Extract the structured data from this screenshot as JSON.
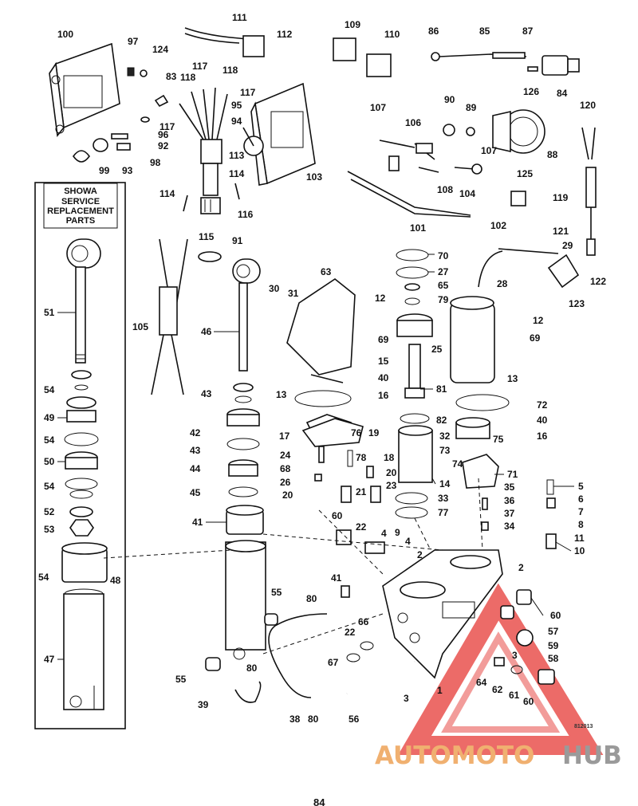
{
  "service_box": {
    "title_lines": [
      "SHOWA",
      "SERVICE",
      "REPLACEMENT",
      "PARTS"
    ]
  },
  "drawing_code": "812013",
  "page_number": "84",
  "watermark": {
    "text_a": "AUTOMOTO",
    "text_b": "HUB",
    "colors": {
      "a": "#f0b070",
      "b": "#9a9a9a",
      "triangle": "#e53935"
    }
  },
  "callouts": [
    "1",
    "2",
    "3",
    "4",
    "5",
    "6",
    "7",
    "8",
    "9",
    "10",
    "11",
    "12",
    "13",
    "14",
    "15",
    "16",
    "17",
    "18",
    "19",
    "20",
    "21",
    "22",
    "23",
    "24",
    "25",
    "26",
    "27",
    "28",
    "29",
    "30",
    "31",
    "32",
    "33",
    "34",
    "35",
    "36",
    "37",
    "38",
    "39",
    "40",
    "41",
    "42",
    "43",
    "44",
    "45",
    "46",
    "47",
    "48",
    "49",
    "50",
    "51",
    "52",
    "53",
    "54",
    "55",
    "56",
    "57",
    "58",
    "59",
    "60",
    "61",
    "62",
    "63",
    "64",
    "65",
    "66",
    "67",
    "68",
    "69",
    "70",
    "71",
    "72",
    "73",
    "74",
    "75",
    "76",
    "77",
    "78",
    "79",
    "80",
    "81",
    "82",
    "83",
    "84",
    "85",
    "86",
    "87",
    "88",
    "89",
    "90",
    "91",
    "92",
    "93",
    "94",
    "95",
    "96",
    "97",
    "98",
    "99",
    "100",
    "101",
    "102",
    "103",
    "104",
    "105",
    "106",
    "107",
    "108",
    "109",
    "110",
    "111",
    "112",
    "113",
    "114",
    "115",
    "116",
    "117",
    "118",
    "119",
    "120",
    "121",
    "122",
    "123",
    "124",
    "125",
    "126"
  ]
}
